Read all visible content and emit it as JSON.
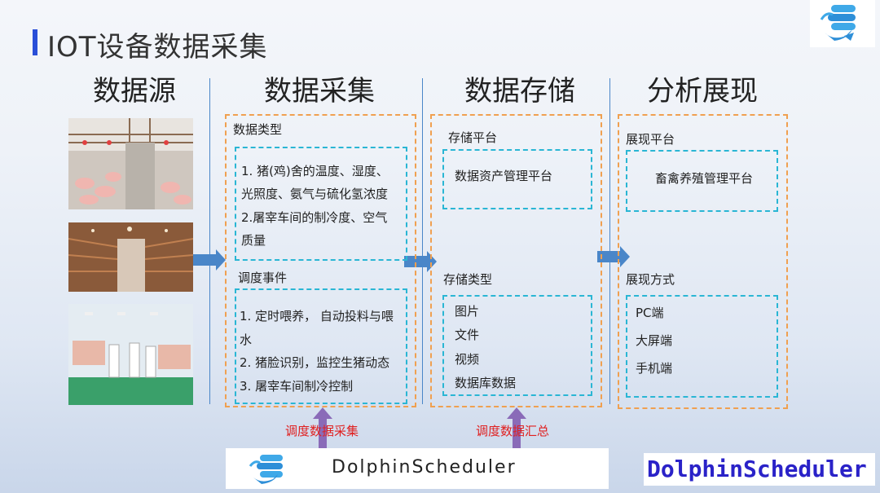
{
  "page_title": "IOT设备数据采集",
  "columns": {
    "source": "数据源",
    "collect": "数据采集",
    "storage": "数据存储",
    "analysis": "分析展现"
  },
  "collect": {
    "data_type_label": "数据类型",
    "data_type_lines": [
      "1. 猪(鸡)舍的温度、湿度、",
      "光照度、氨气与硫化氢浓度",
      "2.屠宰车间的制冷度、空气",
      "质量"
    ],
    "event_label": "调度事件",
    "event_lines": [
      "1. 定时喂养，  自动投料与喂",
      "水",
      "2. 猪脸识别，监控生猪动态",
      "3. 屠宰车间制冷控制"
    ]
  },
  "storage": {
    "platform_label": "存储平台",
    "platform_name": "数据资产管理平台",
    "type_label": "存储类型",
    "type_items": [
      "图片",
      "文件",
      "视频",
      "数据库数据"
    ]
  },
  "analysis": {
    "platform_label": "展现平台",
    "platform_name": "畜禽养殖管理平台",
    "mode_label": "展现方式",
    "mode_items": [
      "PC端",
      "大屏端",
      "手机端"
    ]
  },
  "schedule_collect": "调度数据采集",
  "schedule_summary": "调度数据汇总",
  "ds_logo_text": "DolphinScheduler",
  "ds_text_right": "DolphinScheduler",
  "colors": {
    "accent": "#2a4fd8",
    "arrow": "#4a86c8",
    "purple": "#8a6bb8",
    "red": "#e02020",
    "orange": "#f0a050",
    "cyan": "#2ab6d4"
  }
}
